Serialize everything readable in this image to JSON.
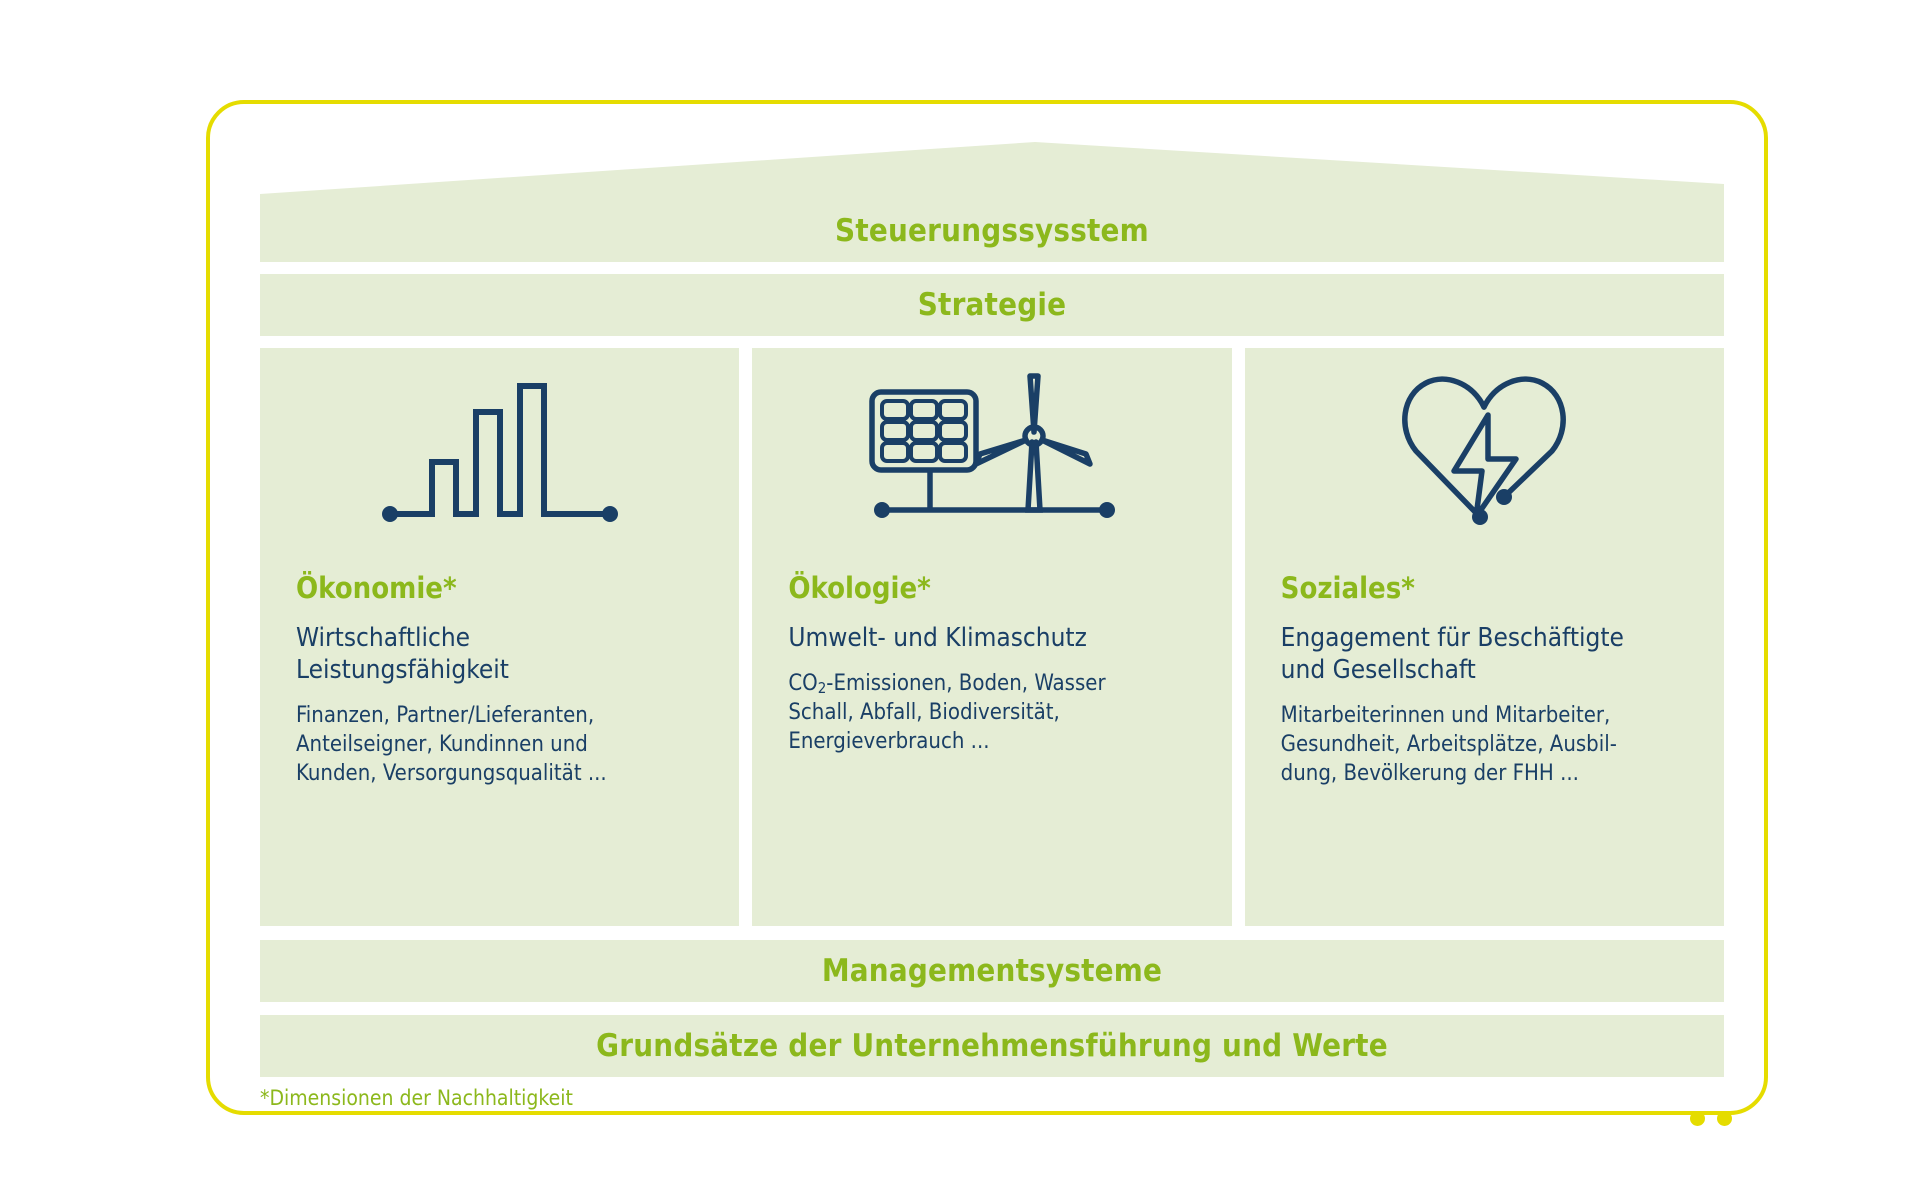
{
  "theme": {
    "accent_green": "#8cb81c",
    "band_bg": "#e5edd5",
    "navy": "#1a3f66",
    "frame_yellow": "#e5dc00"
  },
  "bands": {
    "roof_label": "Steuerungssysstem",
    "strategy_label": "Strategie",
    "management_label": "Managementsysteme",
    "principles_label": "Grundsätze der Unternehmensführung und Werte"
  },
  "pillars": [
    {
      "icon": "bar-chart-icon",
      "title": "Ökonomie*",
      "subtitle": "Wirtschaftliche\nLeistungsfähigkeit",
      "description": "Finanzen, Partner/Lieferanten,\nAnteilseigner, Kundinnen und\nKunden, Versorgungsqualität ..."
    },
    {
      "icon": "solar-panel-wind-turbine-icon",
      "title": "Ökologie*",
      "subtitle": "Umwelt- und Klimaschutz",
      "description_pre": "CO",
      "description_sub": "2",
      "description_post": "-Emissionen, Boden, Wasser\nSchall, Abfall, Biodiversität,\nEnergieverbrauch ..."
    },
    {
      "icon": "heart-bolt-icon",
      "title": "Soziales*",
      "subtitle": "Engagement für Beschäftigte\nund Gesellschaft",
      "description": "Mitarbeiterinnen und Mitarbeiter,\nGesundheit, Arbeitsplätze, Ausbil-\ndung, Bevölkerung der FHH ..."
    }
  ],
  "footnote": "*Dimensionen der Nachhaltigkeit"
}
